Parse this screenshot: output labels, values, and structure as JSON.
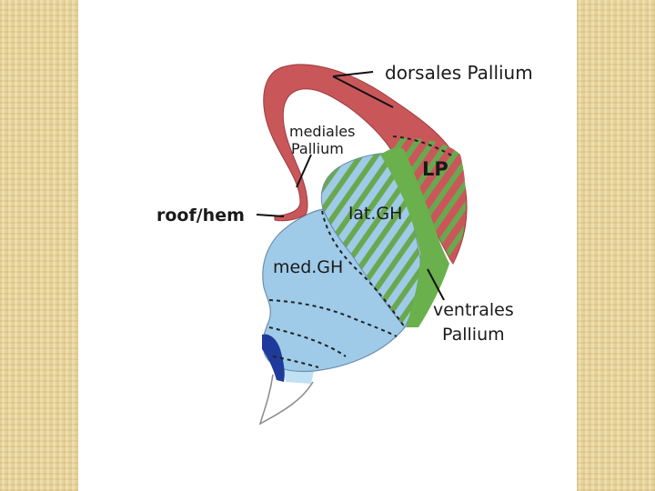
{
  "diagram": {
    "labels": {
      "dorsal_pallium": "dorsales Pallium",
      "medial_pallium_line1": "mediales",
      "medial_pallium_line2": "Pallium",
      "lateral_pallium": "LP",
      "roof_hem": "roof/hem",
      "lat_gh": "lat.GH",
      "med_gh": "med.GH",
      "ventral_pallium_line1": "ventrales",
      "ventral_pallium_line2": "Pallium"
    },
    "colors": {
      "pallium_red": "#c9575a",
      "stripe_green": "#6aa84f",
      "ventral_green": "#6ab04c",
      "eminence_blue": "#9fcbe9",
      "dark_blue": "#1f3a9a",
      "light_blue": "#bfe1f3",
      "background_texture": "#e8d49c"
    }
  }
}
